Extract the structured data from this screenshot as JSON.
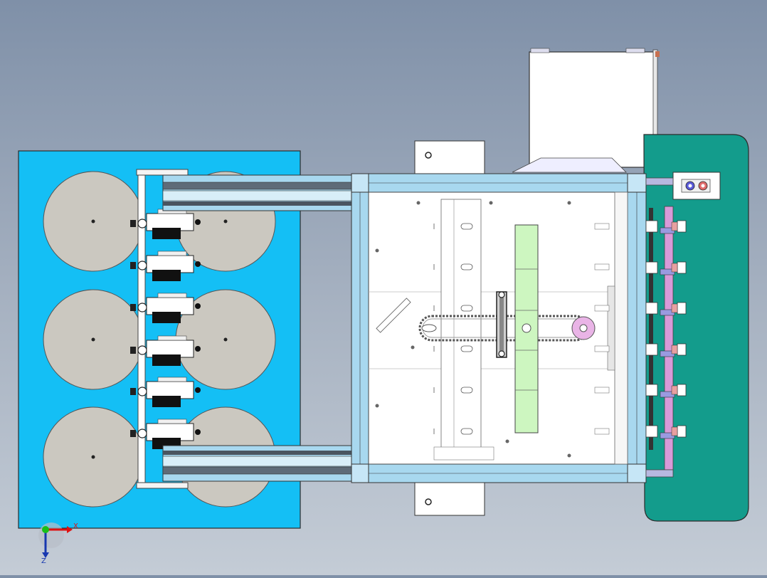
{
  "viewport": {
    "background_top": "#7f90a8",
    "background_bottom": "#c4ccd6"
  },
  "colors": {
    "left_plate": "#14bff5",
    "right_plate": "#139c8c",
    "reel": "#cbc8c0",
    "rail": "#a8d8ef",
    "roller_green": "#cdf6c0",
    "pink_bar": "#d89ad8",
    "outline": "#2b2b2b"
  },
  "axis_triad": {
    "x_label": "X",
    "z_label": "Z",
    "x_color": "#e01010",
    "z_color": "#1838b0",
    "origin_color": "#18c018"
  },
  "machine": {
    "reel_count": 6,
    "cutter_head_count": 6,
    "side_clamp_count": 6,
    "control_box_icons": [
      "indicator-lamp-icon",
      "indicator-lamp-icon"
    ]
  }
}
